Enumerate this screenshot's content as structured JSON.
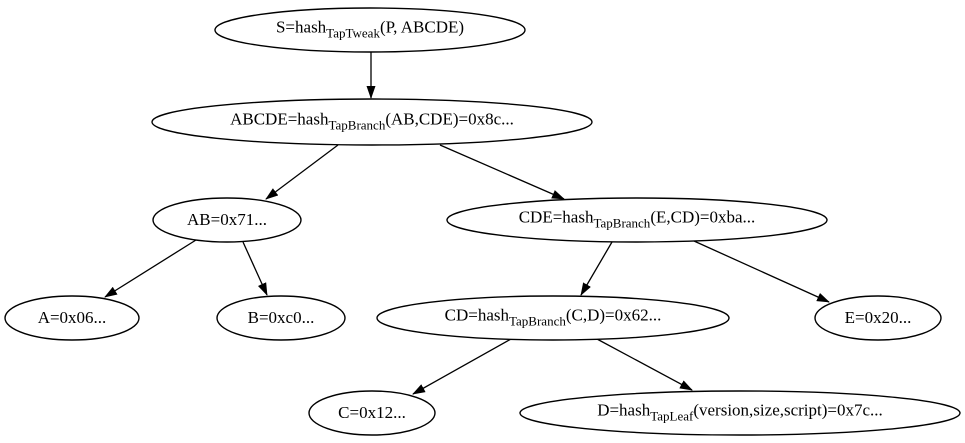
{
  "diagram": {
    "type": "tree",
    "background_color": "#ffffff",
    "node_fill_color": "#ffffff",
    "node_stroke_color": "#000000",
    "text_color": "#000000",
    "nodes": {
      "s": {
        "prefix": "S=hash",
        "sub": "TapTweak",
        "suffix": "(P, ABCDE)"
      },
      "abcde": {
        "prefix": "ABCDE=hash",
        "sub": "TapBranch",
        "suffix": "(AB,CDE)=0x8c..."
      },
      "ab": {
        "prefix": "AB=0x71...",
        "sub": "",
        "suffix": ""
      },
      "cde": {
        "prefix": "CDE=hash",
        "sub": "TapBranch",
        "suffix": "(E,CD)=0xba..."
      },
      "a": {
        "prefix": "A=0x06...",
        "sub": "",
        "suffix": ""
      },
      "b": {
        "prefix": "B=0xc0...",
        "sub": "",
        "suffix": ""
      },
      "cd": {
        "prefix": "CD=hash",
        "sub": "TapBranch",
        "suffix": "(C,D)=0x62..."
      },
      "e": {
        "prefix": "E=0x20...",
        "sub": "",
        "suffix": ""
      },
      "c": {
        "prefix": "C=0x12...",
        "sub": "",
        "suffix": ""
      },
      "d": {
        "prefix": "D=hash",
        "sub": "TapLeaf",
        "suffix": "(version,size,script)=0x7c..."
      }
    },
    "edges": [
      {
        "from": "S",
        "to": "ABCDE"
      },
      {
        "from": "ABCDE",
        "to": "AB"
      },
      {
        "from": "ABCDE",
        "to": "CDE"
      },
      {
        "from": "AB",
        "to": "A"
      },
      {
        "from": "AB",
        "to": "B"
      },
      {
        "from": "CDE",
        "to": "CD"
      },
      {
        "from": "CDE",
        "to": "E"
      },
      {
        "from": "CD",
        "to": "C"
      },
      {
        "from": "CD",
        "to": "D"
      }
    ]
  }
}
